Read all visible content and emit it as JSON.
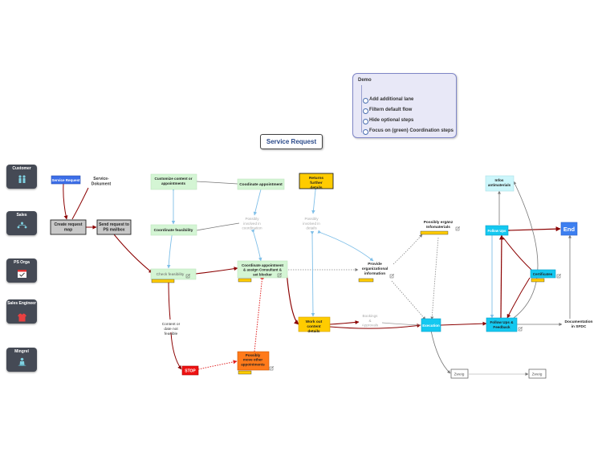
{
  "title": "Service Request",
  "demo": {
    "title": "Demo",
    "items": [
      "Add additional lane",
      "Filtern default flow",
      "Hide optional steps",
      "Focus on (green) Coordination steps"
    ]
  },
  "lanes": [
    {
      "label": "Customer",
      "icon": "customer-icon"
    },
    {
      "label": "Sales",
      "icon": "sales-team-icon"
    },
    {
      "label": "PS Orga",
      "icon": "calendar-check-icon"
    },
    {
      "label": "Sales Engineer",
      "icon": "shirt-icon"
    },
    {
      "label": "Mingrel",
      "icon": "person-icon"
    }
  ],
  "nodes": {
    "service_request": "Service Request",
    "service_document": "Service-Dokument",
    "create_request_map": "Create request map",
    "send_request": "Send request to PS mailbox",
    "customize_content": "Customize content or appointments",
    "coordinate_appointment": "Coodinate appointment",
    "coordinate_feasibility": "Coordinate feasibility",
    "possibly_involved_coordination": "Possibly involved in coordination",
    "check_feasibility": "Check feasibility",
    "coordinate_assign": "Coordinate appointment & assign Consultant & set blocker",
    "returns_details": "Returns further details",
    "possibly_involved_details": "Possibly involved in details",
    "provide_org_info": "Provide organizational information",
    "possibly_ergebnis": "Possibly ergänz Infomaterials",
    "content_not_feasible": "Content or date not feasible",
    "stop": "STOP",
    "possibly_move": "Possibly move other appointments",
    "work_out_content": "Work out content details",
    "bookings": "Bookings & Approvals",
    "execution": "Execution",
    "infos_antimaterials": "Infos antimaterials",
    "follow_ups_small": "Follow Ups",
    "end": "End",
    "certificates": "Certificates",
    "follow_ups_feedback": "Follow Ups & Feedback",
    "documentation": "Documentation in SFDC",
    "zweig1": "Zweig",
    "zweig2": "Zweig"
  },
  "colors": {
    "green_fill": "#d4f5d4",
    "blue_fill": "#3c6ee8",
    "gray_fill": "#c8c8c8",
    "yellow_fill": "#ffcc00",
    "orange_fill": "#ff7a1a",
    "red_fill": "#ee1111",
    "cyan_fill": "#14c8f0",
    "light_cyan_fill": "#ccf6fb",
    "end_fill": "#3d7ff0",
    "dark_red_line": "#8b0000",
    "blue_line": "#7fbfe8",
    "gray_line": "#777777"
  }
}
